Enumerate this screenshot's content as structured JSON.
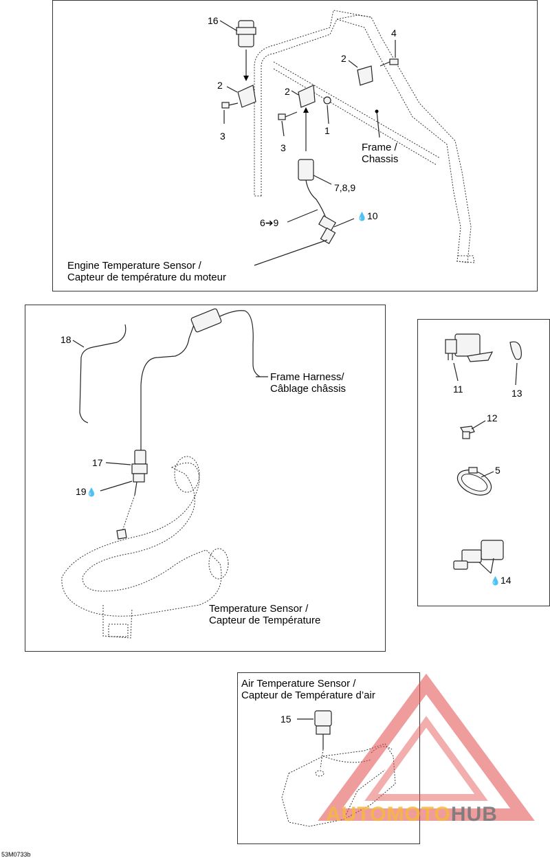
{
  "panels": {
    "engine": {
      "caption_line1": "Engine Temperature Sensor /",
      "caption_line2": "Capteur de température du moteur",
      "frame_line1": "Frame /",
      "frame_line2": "Chassis",
      "callouts": [
        "16",
        "4",
        "2",
        "2",
        "2",
        "3",
        "3",
        "1",
        "7,8,9",
        "6➔9",
        "10"
      ]
    },
    "temperature": {
      "caption_line1": "Temperature Sensor /",
      "caption_line2": "Capteur de Température",
      "harness_line1": "Frame Harness/",
      "harness_line2": "Câblage châssis",
      "callouts": [
        "18",
        "17",
        "19"
      ]
    },
    "parts": {
      "callouts": [
        "11",
        "13",
        "12",
        "5",
        "14"
      ]
    },
    "air": {
      "caption_line1": "Air Temperature Sensor /",
      "caption_line2": "Capteur de Température d’air",
      "callouts": [
        "15"
      ]
    }
  },
  "figure_id": "53M0733b",
  "watermark": {
    "text_a": "AUTOMOTO",
    "text_b": "HUB",
    "color_a": "#f5b940",
    "color_b": "#7a7a7a",
    "triangle_color": "#e24a4a"
  },
  "icons": {
    "drop": "lubricant-drop-icon",
    "arrow": "callout-arrow-icon"
  }
}
